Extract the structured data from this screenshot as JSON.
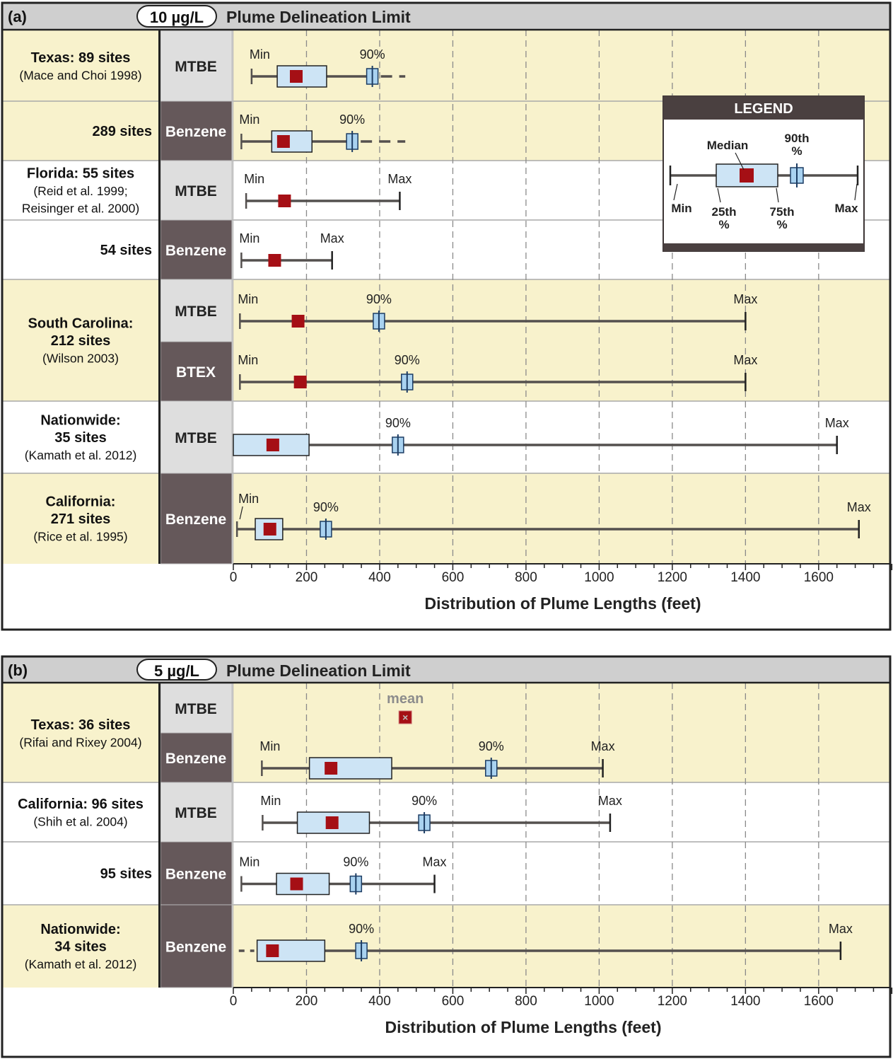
{
  "chart_data": [
    {
      "type": "box",
      "panel_label": "(a)",
      "limit_badge": "10 µg/L",
      "title": "Plume Delineation Limit",
      "xlabel": "Distribution of Plume Lengths (feet)",
      "xlim": [
        0,
        1800
      ],
      "xticks": [
        0,
        200,
        400,
        600,
        800,
        1000,
        1200,
        1400,
        1600
      ],
      "grid": "vertical dashed at 200-ft intervals",
      "legend": {
        "title": "LEGEND",
        "min_label": "Min",
        "p25_label_line1": "25th",
        "p25_label_line2": "%",
        "median_label": "Median",
        "p75_label_line1": "75th",
        "p75_label_line2": "%",
        "p90_label_line1": "90th",
        "p90_label_line2": "%",
        "max_label": "Max"
      },
      "groups": [
        {
          "lines": [
            "Texas: 89 sites",
            "(Mace and Choi 1998)"
          ],
          "bold": [
            true,
            false
          ],
          "bg": "#f8f2cc",
          "rows": 1
        },
        {
          "lines": [
            "289 sites"
          ],
          "bold": [
            true
          ],
          "bg": "#f8f2cc",
          "rows": 1
        },
        {
          "lines": [
            "Florida: 55 sites",
            "(Reid et al. 1999;",
            "Reisinger et al. 2000)"
          ],
          "bold": [
            true,
            false,
            false
          ],
          "bg": "#ffffff",
          "rows": 1
        },
        {
          "lines": [
            "54 sites"
          ],
          "bold": [
            true
          ],
          "bg": "#ffffff",
          "rows": 1
        },
        {
          "lines": [
            "South Carolina:",
            "212 sites",
            "(Wilson 2003)"
          ],
          "bold": [
            true,
            true,
            false
          ],
          "bg": "#f8f2cc",
          "rows": 2
        },
        {
          "lines": [
            "Nationwide:",
            "35 sites",
            "(Kamath et al. 2012)"
          ],
          "bold": [
            true,
            true,
            false
          ],
          "bg": "#ffffff",
          "rows": 1
        },
        {
          "lines": [
            "California:",
            "271 sites",
            "(Rice et al. 1995)"
          ],
          "bold": [
            true,
            true,
            false
          ],
          "bg": "#f8f2cc",
          "rows": 1
        }
      ],
      "rows": [
        {
          "compound": "MTBE",
          "dark": false,
          "min": 50,
          "q1": 120,
          "median": 172,
          "q3": 255,
          "p90": 380,
          "max": null,
          "dash_end": 470,
          "labels": {
            "min": "Min",
            "p90": "90%"
          }
        },
        {
          "compound": "Benzene",
          "dark": true,
          "min": 22,
          "q1": 105,
          "median": 137,
          "q3": 215,
          "p90": 325,
          "max": null,
          "dash_end": 470,
          "labels": {
            "min": "Min",
            "p90": "90%"
          }
        },
        {
          "compound": "MTBE",
          "dark": false,
          "min": 35,
          "q1": null,
          "median": 140,
          "q3": null,
          "p90": null,
          "max": 455,
          "labels": {
            "min": "Min",
            "max": "Max"
          }
        },
        {
          "compound": "Benzene",
          "dark": true,
          "min": 22,
          "q1": null,
          "median": 113,
          "q3": null,
          "p90": null,
          "max": 270,
          "labels": {
            "min": "Min",
            "max": "Max"
          }
        },
        {
          "compound": "MTBE",
          "dark": false,
          "min": 18,
          "q1": null,
          "median": 177,
          "q3": null,
          "p90": 398,
          "max": 1400,
          "labels": {
            "min": "Min",
            "p90": "90%",
            "max": "Max"
          }
        },
        {
          "compound": "BTEX",
          "dark": true,
          "min": 18,
          "q1": null,
          "median": 183,
          "q3": null,
          "p90": 475,
          "max": 1400,
          "labels": {
            "min": "Min",
            "p90": "90%",
            "max": "Max"
          }
        },
        {
          "compound": "MTBE",
          "dark": false,
          "min": 0,
          "q1": 0,
          "median": 108,
          "q3": 207,
          "p90": 450,
          "max": 1650,
          "labels": {
            "p90": "90%",
            "max": "Max"
          }
        },
        {
          "compound": "Benzene",
          "dark": true,
          "min": 10,
          "q1": 60,
          "median": 100,
          "q3": 135,
          "p90": 253,
          "max": 1710,
          "labels": {
            "min": "Min",
            "p90": "90%",
            "max": "Max"
          }
        }
      ]
    },
    {
      "type": "box",
      "panel_label": "(b)",
      "limit_badge": "5  µg/L",
      "title": "Plume Delineation Limit",
      "xlabel": "Distribution of Plume Lengths (feet)",
      "xlim": [
        0,
        1800
      ],
      "xticks": [
        0,
        200,
        400,
        600,
        800,
        1000,
        1200,
        1400,
        1600
      ],
      "grid": "vertical dashed at 200-ft intervals",
      "groups": [
        {
          "lines": [
            "Texas: 36 sites",
            "(Rifai and Rixey 2004)"
          ],
          "bold": [
            true,
            false
          ],
          "bg": "#f8f2cc",
          "rows": 2
        },
        {
          "lines": [
            "California: 96 sites",
            "(Shih et al. 2004)"
          ],
          "bold": [
            true,
            false
          ],
          "bg": "#ffffff",
          "rows": 1
        },
        {
          "lines": [
            "95 sites"
          ],
          "bold": [
            true
          ],
          "bg": "#ffffff",
          "rows": 1
        },
        {
          "lines": [
            "Nationwide:",
            "34 sites",
            "(Kamath et al. 2012)"
          ],
          "bold": [
            true,
            true,
            false
          ],
          "bg": "#f8f2cc",
          "rows": 1
        }
      ],
      "rows": [
        {
          "compound": "MTBE",
          "dark": false,
          "mean": 470,
          "labels": {
            "mean": "mean"
          }
        },
        {
          "compound": "Benzene",
          "dark": true,
          "min": 78,
          "q1": 208,
          "median": 267,
          "q3": 433,
          "p90": 705,
          "max": 1010,
          "labels": {
            "min": "Min",
            "p90": "90%",
            "max": "Max"
          }
        },
        {
          "compound": "MTBE",
          "dark": false,
          "min": 80,
          "q1": 175,
          "median": 270,
          "q3": 372,
          "p90": 522,
          "max": 1030,
          "labels": {
            "min": "Min",
            "p90": "90%",
            "max": "Max"
          }
        },
        {
          "compound": "Benzene",
          "dark": true,
          "min": 22,
          "q1": 118,
          "median": 173,
          "q3": 262,
          "p90": 335,
          "max": 550,
          "labels": {
            "min": "Min",
            "p90": "90%",
            "max": "Max"
          }
        },
        {
          "compound": "Benzene",
          "dark": true,
          "min": null,
          "q1": 65,
          "median": 107,
          "q3": 250,
          "p90": 350,
          "max": 1660,
          "dash_start": 15,
          "labels": {
            "p90": "90%",
            "max": "Max"
          }
        }
      ]
    }
  ]
}
